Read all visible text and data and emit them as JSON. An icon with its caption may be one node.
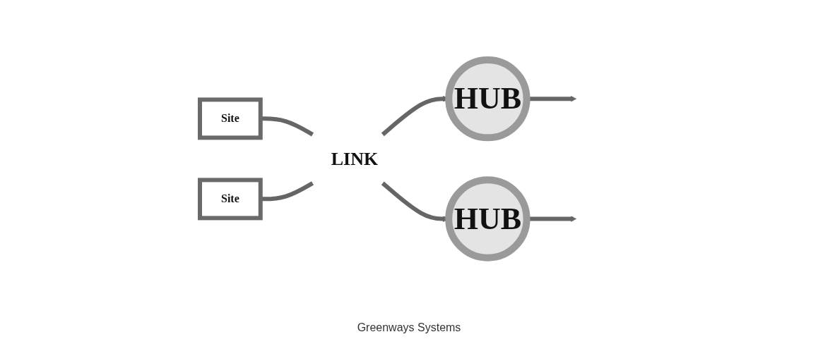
{
  "diagram": {
    "caption": "Greenways Systems",
    "nodes": [
      {
        "text": [
          "Site"
        ]
      },
      {
        "text": [
          "HUB"
        ]
      },
      {
        "text": [
          "LINK"
        ]
      },
      {
        "text": [
          "HUB"
        ]
      },
      {
        "text": [
          "Site"
        ]
      }
    ],
    "edges": [
      {
        "from": 1,
        "to": null,
        "arrow": "to"
      },
      {
        "from": 2,
        "to": 1,
        "arrow": "to"
      },
      {
        "from": 2,
        "to": 3,
        "arrow": "to"
      },
      {
        "from": 3,
        "to": null,
        "arrow": "to"
      },
      {
        "from": 0,
        "to": 2,
        "arrow": "none"
      },
      {
        "from": 4,
        "to": 2,
        "arrow": "none"
      }
    ]
  }
}
